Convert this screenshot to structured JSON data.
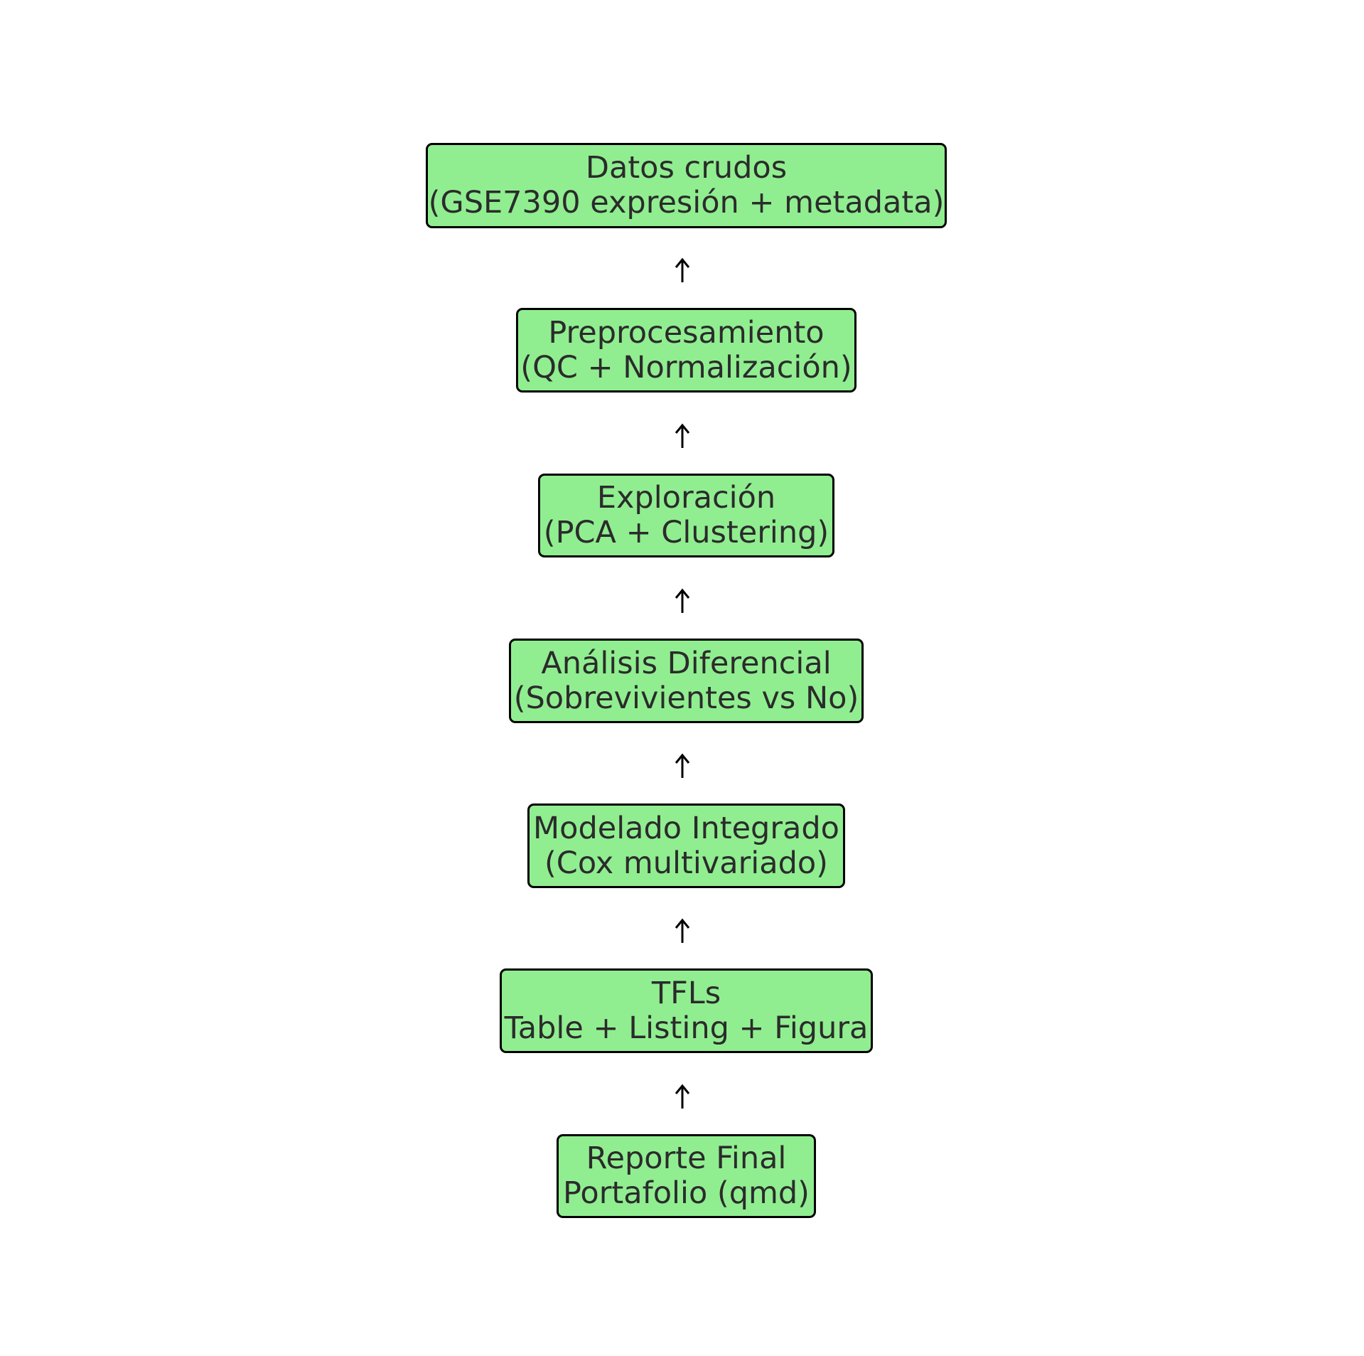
{
  "diagram": {
    "box_fill": "#90ee90",
    "box_border": "#000000",
    "text_color": "#2b2b2b",
    "arrow_color": "#000000",
    "arrow_direction": "up",
    "nodes": [
      {
        "line1": "Datos crudos",
        "line2": "(GSE7390 expresión + metadata)"
      },
      {
        "line1": "Preprocesamiento",
        "line2": "(QC + Normalización)"
      },
      {
        "line1": "Exploración",
        "line2": "(PCA + Clustering)"
      },
      {
        "line1": "Análisis Diferencial",
        "line2": "(Sobrevivientes vs No)"
      },
      {
        "line1": "Modelado Integrado",
        "line2": "(Cox multivariado)"
      },
      {
        "line1": "TFLs",
        "line2": "Table + Listing + Figura"
      },
      {
        "line1": "Reporte Final",
        "line2": "Portafolio (qmd)"
      }
    ]
  }
}
